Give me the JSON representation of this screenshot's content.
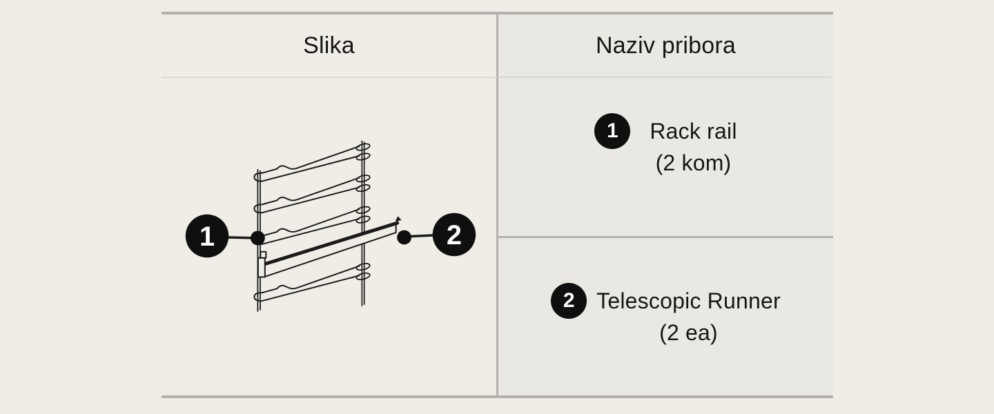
{
  "table": {
    "headers": [
      "Slika",
      "Naziv pribora"
    ],
    "rows": [
      {
        "badge": "1",
        "name": "Rack rail",
        "quantity": "(2 kom)"
      },
      {
        "badge": "2",
        "name": "Telescopic Runner",
        "quantity": "(2 ea)"
      }
    ]
  },
  "diagram": {
    "type": "oven-rack-rail-with-telescopic-runner-line-art",
    "callouts": [
      {
        "label": "1",
        "points_to": "rack-rail"
      },
      {
        "label": "2",
        "points_to": "telescopic-runner"
      }
    ]
  },
  "colors": {
    "page_bg": "#f0ede6",
    "alt_cell_bg": "#e9e8e2",
    "border_strong": "#b2b1ad",
    "border_light": "#dbd8d1",
    "text": "#161616",
    "line_art": "#1a1a1a",
    "badge_bg": "#0f0f0f",
    "badge_text": "#ffffff"
  }
}
